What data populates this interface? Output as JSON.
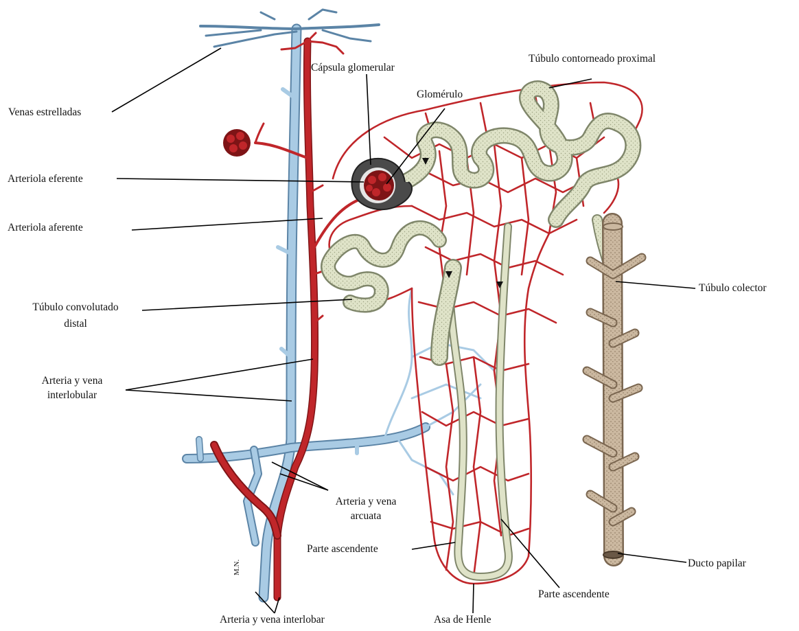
{
  "labels": {
    "venas_estrelladas": "Venas estrelladas",
    "capsula_glomerular": "Cápsula glomerular",
    "glomerulo": "Glomérulo",
    "tubulo_contorneado_proximal": "Túbulo contorneado proximal",
    "arteriola_eferente": "Arteriola eferente",
    "arteriola_aferente": "Arteriola aferente",
    "tubulo_convolutado_distal_1": "Túbulo convolutado",
    "tubulo_convolutado_distal_2": "distal",
    "arteria_vena_interlobular_1": "Arteria y vena",
    "arteria_vena_interlobular_2": "interlobular",
    "arteria_vena_arcuata_1": "Arteria y vena",
    "arteria_vena_arcuata_2": "arcuata",
    "parte_ascendente_left": "Parte ascendente",
    "parte_ascendente_right": "Parte ascendente",
    "tubulo_colector": "Túbulo colector",
    "ducto_papilar": "Ducto papilar",
    "arteria_vena_interlobar": "Arteria y vena interlobar",
    "asa_de_henle": "Asa de Henle",
    "artist_initials": "M.N."
  },
  "colors": {
    "artery": "#c0262a",
    "artery_dark": "#7e1416",
    "vein": "#a9cbe4",
    "vein_dark": "#5b84a6",
    "tubule": "#dfe3c8",
    "tubule_dark": "#7f866a",
    "collecting_duct": "#cbb8a0",
    "collecting_dark": "#7a6650",
    "capsule": "#4a4a4a",
    "leader_line": "#000000"
  }
}
